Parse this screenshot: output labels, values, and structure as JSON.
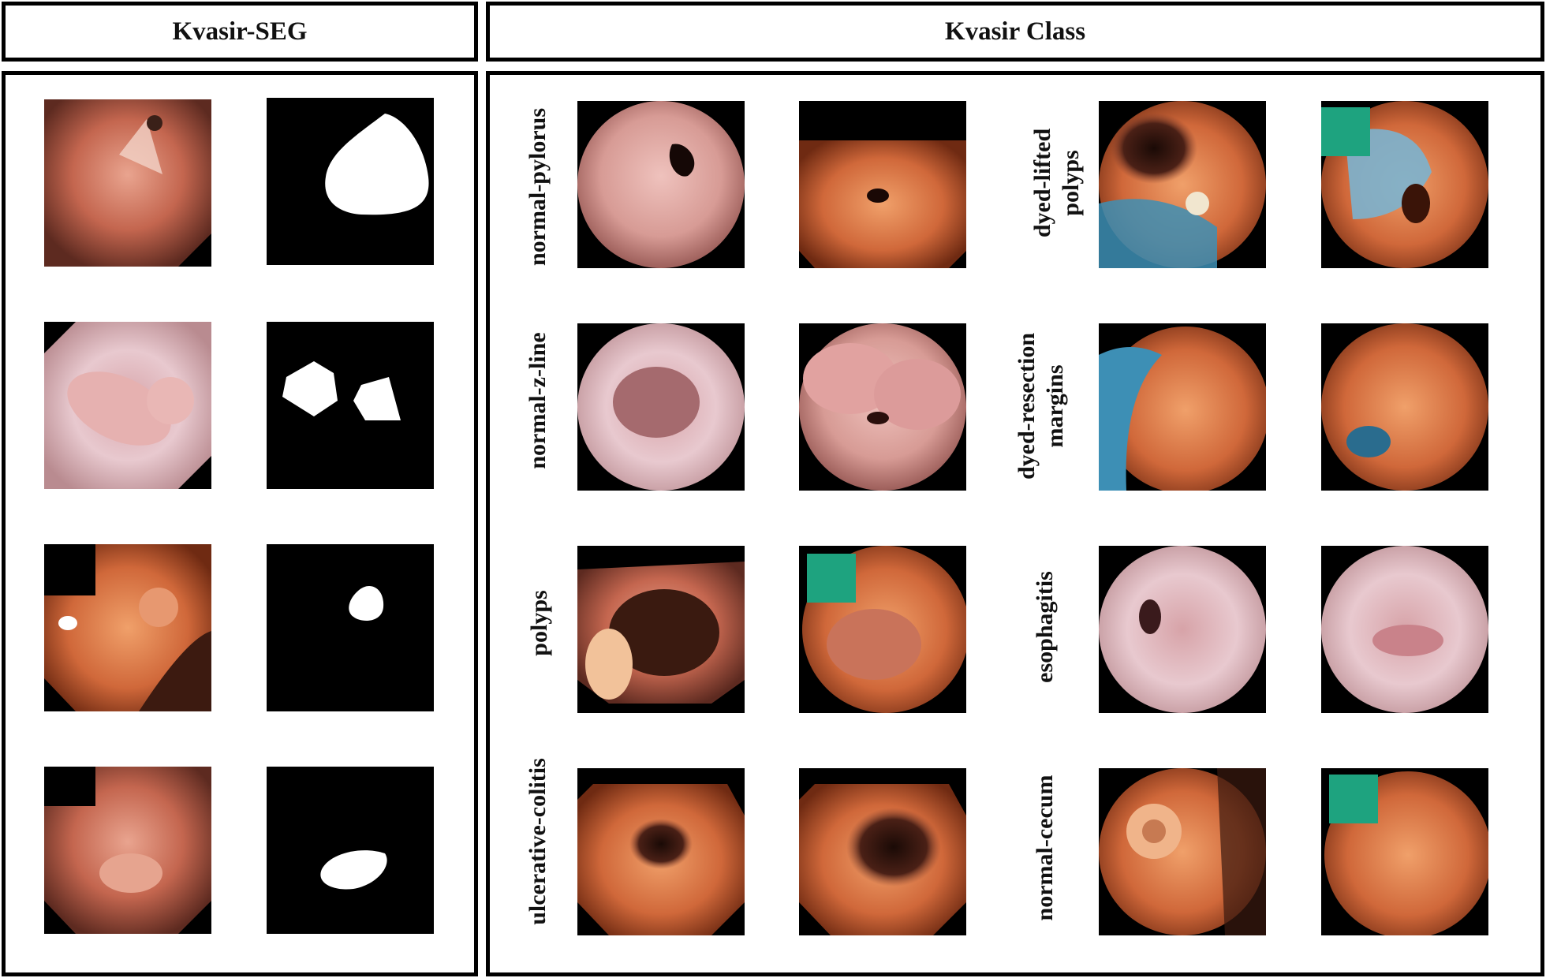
{
  "headers": {
    "kvasir_seg": "Kvasir-SEG",
    "kvasir_class": "Kvasir Class"
  },
  "class_labels": {
    "normal_pylorus": "normal-pylorus",
    "dyed_lifted_polyps_line1": "dyed-lifted",
    "dyed_lifted_polyps_line2": "polyps",
    "normal_z_line": "normal-z-line",
    "dyed_resection_margins_line1": "dyed-resection",
    "dyed_resection_margins_line2": "margins",
    "polyps": "polyps",
    "esophagitis": "esophagitis",
    "ulcerative_colitis": "ulcerative-colitis",
    "normal_cecum": "normal-cecum"
  },
  "colors": {
    "border": "#000000",
    "mucosa_pink": "#d98f88",
    "mucosa_orange": "#d9773f",
    "dye_blue": "#3d8fb5",
    "overlay_green": "#1ea37f",
    "mask_white": "#ffffff"
  }
}
